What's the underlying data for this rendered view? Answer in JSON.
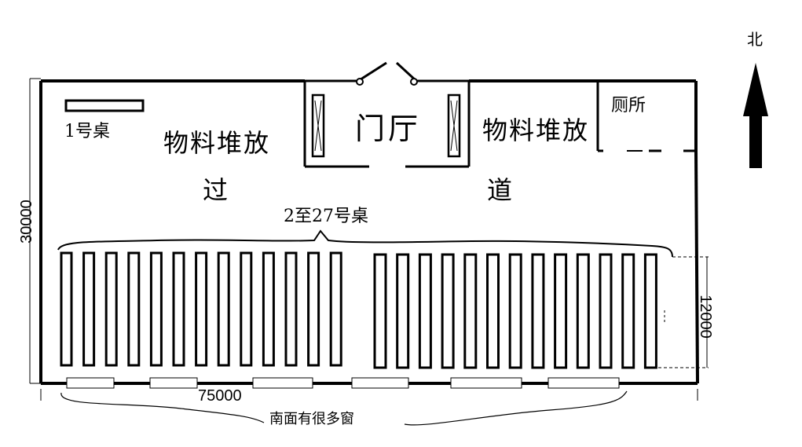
{
  "labels": {
    "north": "北",
    "desk1": "1号桌",
    "storage_left": "物料堆放",
    "lobby": "门厅",
    "storage_right": "物料堆放",
    "toilet": "厕所",
    "aisle_left": "过",
    "aisle_right": "道",
    "desks_range": "2至27号桌",
    "height_dim": "30000",
    "width_dim": "75000",
    "desk_depth_dim": "12000",
    "windows_note": "南面有很多窗"
  },
  "desk_rows": {
    "left_group_count": 13,
    "right_group_count": 13
  },
  "windows_count": 6
}
